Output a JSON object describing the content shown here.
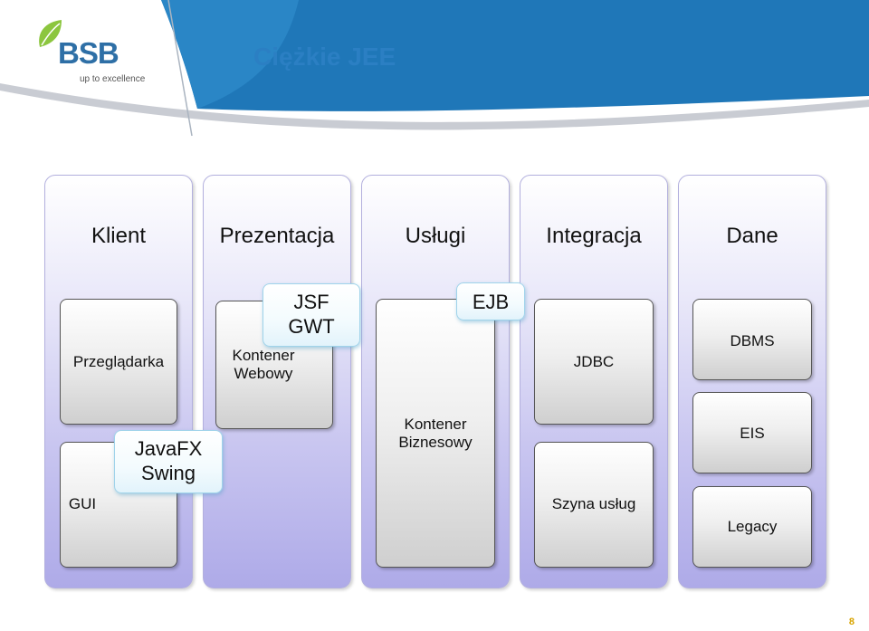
{
  "slide": {
    "title": "Ciężkie JEE",
    "page_number": "8"
  },
  "logo": {
    "text": "BSB",
    "tagline": "up to excellence"
  },
  "colors": {
    "header_blue": "#1f77b8",
    "title_blue": "#2b7fc3",
    "column_fill": "#c9c6f0",
    "logo_green": "#8cc63f"
  },
  "columns": [
    {
      "heading": "Klient"
    },
    {
      "heading": "Prezentacja"
    },
    {
      "heading": "Usługi"
    },
    {
      "heading": "Integracja"
    },
    {
      "heading": "Dane"
    }
  ],
  "boxes": {
    "przegladarka": "Przeglądarka",
    "gui": "GUI",
    "kontener_webowy": [
      "Kontener",
      "Webowy"
    ],
    "kontener_biznesowy": [
      "Kontener",
      "Biznesowy"
    ],
    "jdbc": "JDBC",
    "szyna_uslug": "Szyna usług",
    "dbms": "DBMS",
    "eis": "EIS",
    "legacy": "Legacy"
  },
  "tags": {
    "jsf_gwt": [
      "JSF",
      "GWT"
    ],
    "ejb": "EJB",
    "javafx_swing": [
      "JavaFX",
      "Swing"
    ]
  }
}
